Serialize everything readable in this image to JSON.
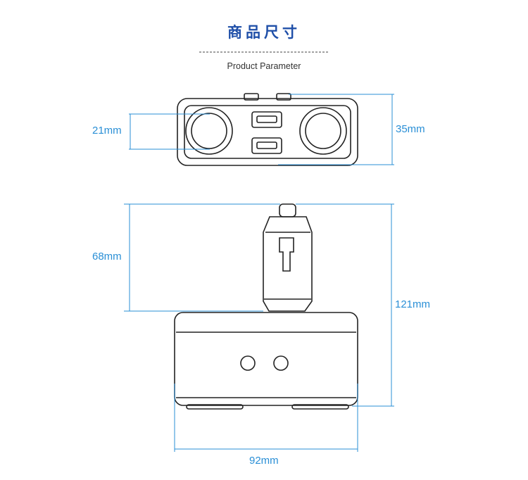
{
  "header": {
    "title": "商品尺寸",
    "subtitle": "Product Parameter"
  },
  "dimensions": {
    "socket_diameter": "21mm",
    "top_height": "35mm",
    "plug_length": "68mm",
    "total_height": "121mm",
    "width": "92mm"
  },
  "colors": {
    "title": "#1f4fa8",
    "dimension_lines": "#2a8fd6",
    "outline": "#222222",
    "divider": "#444444"
  }
}
